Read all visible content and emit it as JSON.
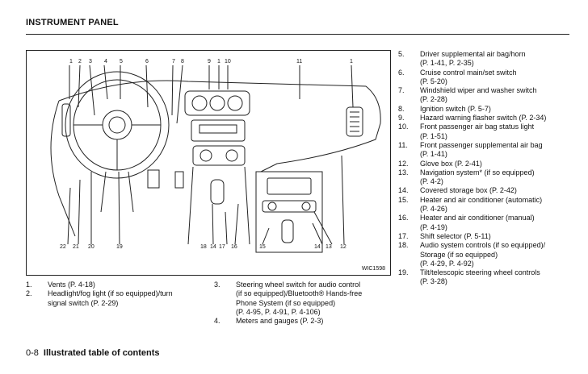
{
  "header": {
    "title": "INSTRUMENT PANEL"
  },
  "figure": {
    "code": "WIC1598",
    "top_callouts": [
      "1",
      "2",
      "3",
      "4",
      "5",
      "6",
      "7",
      "8",
      "9",
      "1",
      "10",
      "11",
      "1"
    ],
    "bottom_callouts": [
      "22",
      "21",
      "20",
      "19",
      "18",
      "14",
      "17",
      "16",
      "15",
      "14",
      "13",
      "12"
    ]
  },
  "left_items": [
    {
      "num": "1.",
      "text": "Vents (P. 4-18)"
    },
    {
      "num": "2.",
      "text": "Headlight/fog light (if so equipped)/turn\nsignal switch (P. 2-29)"
    }
  ],
  "middle_items": [
    {
      "num": "3.",
      "text": "Steering wheel switch for audio control\n(if so equipped)/Bluetooth® Hands-free\nPhone System (if so equipped)\n(P. 4-95, P. 4-91, P. 4-106)"
    },
    {
      "num": "4.",
      "text": "Meters and gauges (P. 2-3)"
    }
  ],
  "right_items": [
    {
      "num": "5.",
      "text": "Driver supplemental air bag/horn\n(P. 1-41, P. 2-35)"
    },
    {
      "num": "6.",
      "text": "Cruise control main/set switch\n(P. 5-20)"
    },
    {
      "num": "7.",
      "text": "Windshield wiper and washer switch\n(P. 2-28)"
    },
    {
      "num": "8.",
      "text": "Ignition switch (P. 5-7)"
    },
    {
      "num": "9.",
      "text": "Hazard warning flasher switch (P. 2-34)"
    },
    {
      "num": "10.",
      "text": "Front passenger air bag status light\n(P. 1-51)"
    },
    {
      "num": "11.",
      "text": "Front passenger supplemental air bag\n(P. 1-41)"
    },
    {
      "num": "12.",
      "text": "Glove box (P. 2-41)"
    },
    {
      "num": "13.",
      "text": "Navigation system* (if so equipped)\n(P. 4-2)"
    },
    {
      "num": "14.",
      "text": "Covered storage box (P. 2-42)"
    },
    {
      "num": "15.",
      "text": "Heater and air conditioner (automatic)\n(P. 4-26)"
    },
    {
      "num": "16.",
      "text": "Heater and air conditioner (manual)\n(P. 4-19)"
    },
    {
      "num": "17.",
      "text": "Shift selector (P. 5-11)"
    },
    {
      "num": "18.",
      "text": "Audio system controls (if so equipped)/\nStorage (if so equipped)\n(P. 4-29, P. 4-92)"
    },
    {
      "num": "19.",
      "text": "Tilt/telescopic steering wheel controls\n(P. 3-28)"
    }
  ],
  "footer": {
    "page": "0-8",
    "section": "Illustrated table of contents"
  }
}
